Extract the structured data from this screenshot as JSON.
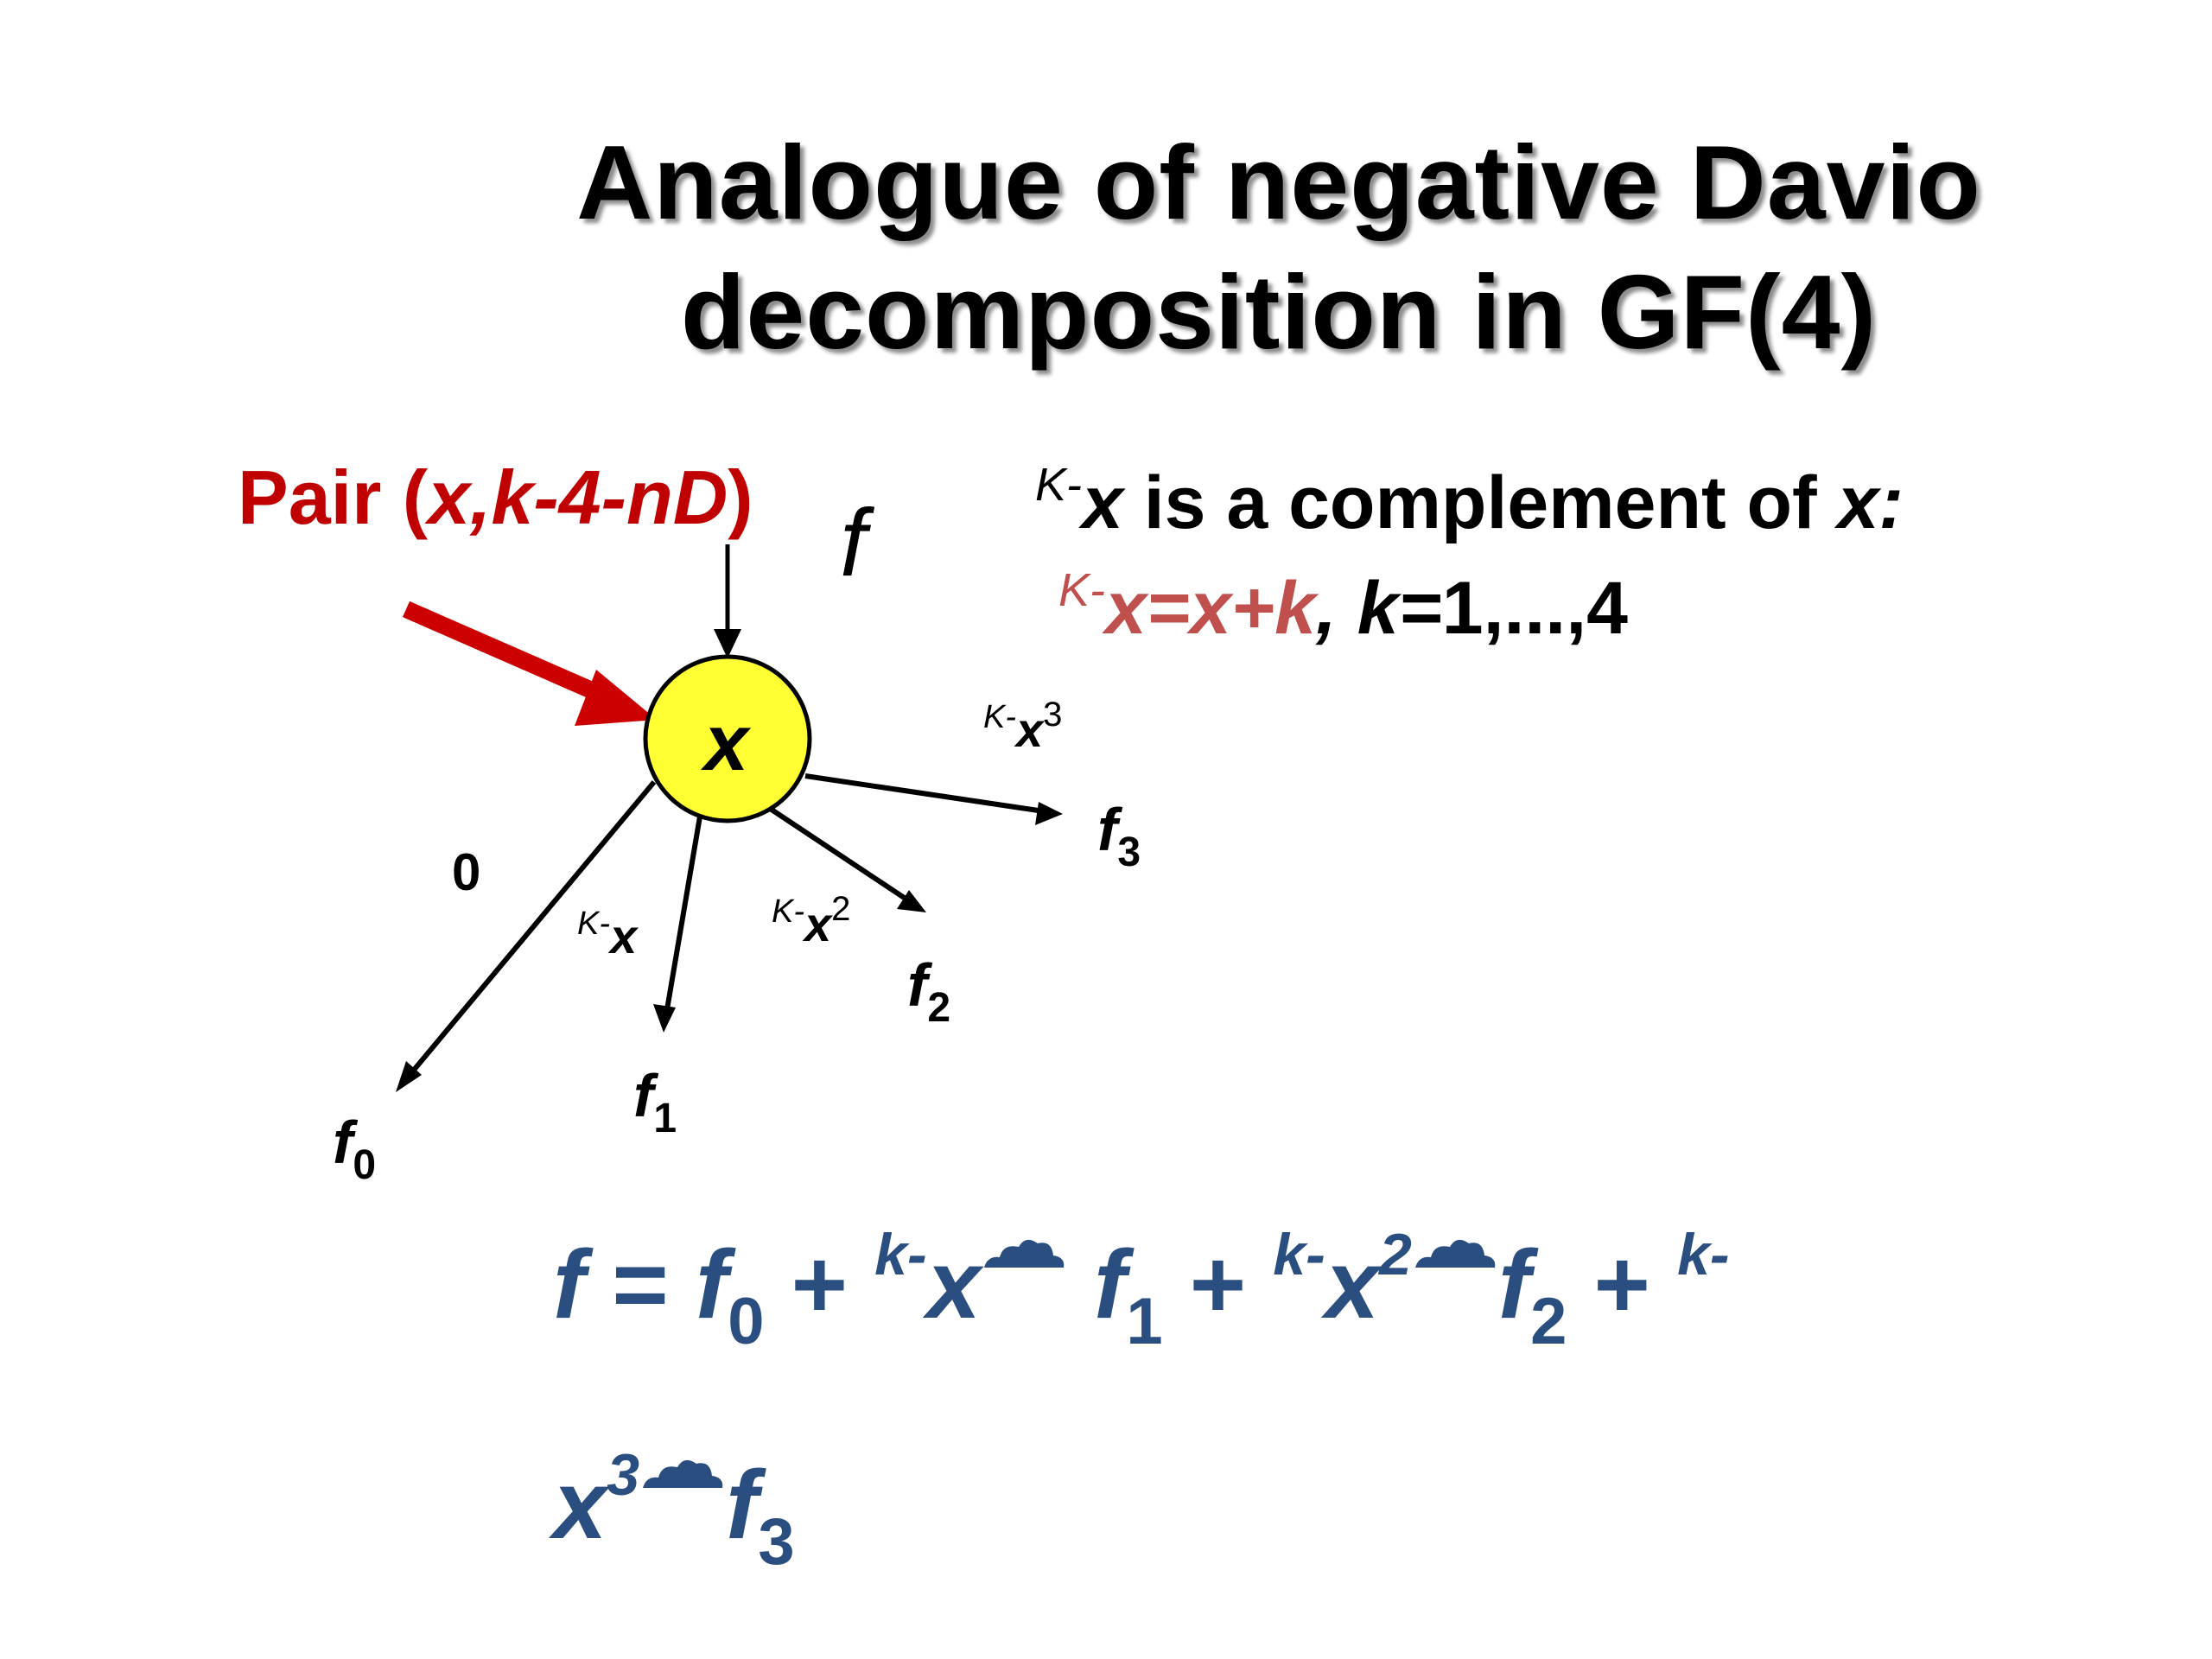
{
  "title": {
    "line1": "Analogue of negative Davio",
    "line2": "decomposition in GF(4)"
  },
  "pair_label": {
    "prefix": "Pair ",
    "open": "(",
    "args": "x,k-4-nD",
    "close": ")"
  },
  "input_label": "f",
  "complement_note": {
    "line1_sup": "K-",
    "line1_var": "x",
    "line1_text": " is a complement of ",
    "line1_var2": "x:",
    "line2_sup": "K-",
    "line2_expr": "x=x+k",
    "line2_sep": ", ",
    "line2_k": "k=",
    "line2_range": "1,...,4"
  },
  "node": {
    "variable": "x"
  },
  "edges": [
    {
      "label": "0",
      "output": "f",
      "output_sub": "0"
    },
    {
      "label_sup": "K-",
      "label_var": "x",
      "output": "f",
      "output_sub": "1"
    },
    {
      "label_sup": "K-",
      "label_var": "x",
      "label_exp": "2",
      "output": "f",
      "output_sub": "2"
    },
    {
      "label_sup": "K-",
      "label_var": "x",
      "label_exp": "3",
      "output": "f",
      "output_sub": "3"
    }
  ],
  "formula": {
    "lhs": "f",
    "eq": " = ",
    "t0_f": "f",
    "t0_sub": "0",
    "plus": " + ",
    "k_sup": "k-",
    "x": "x",
    "exp2": "2",
    "exp3": "3",
    "t1_sub": "1",
    "t2_sub": "2",
    "t3_sub": "3"
  },
  "colors": {
    "title": "#000000",
    "pair": "#c00000",
    "pair_arrow": "#cc0000",
    "node_fill": "#ffff33",
    "complement_red": "#c0504d",
    "formula": "#2a4e80"
  }
}
